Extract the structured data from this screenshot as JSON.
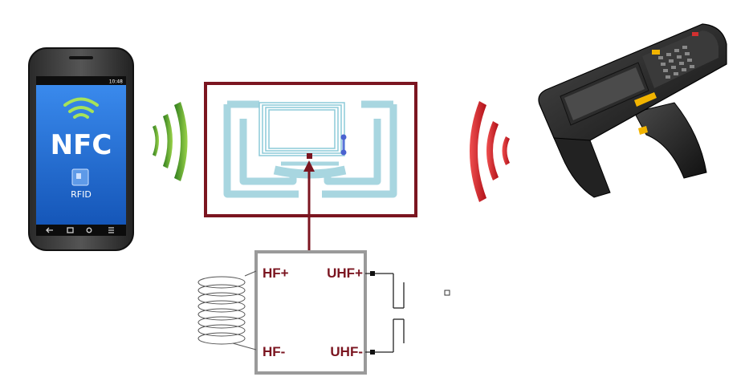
{
  "colors": {
    "accent": "#7b1520",
    "antenna": "#a8d6e0",
    "nfc_wave": "#4a9a2e",
    "uhf_wave": "#d0222a",
    "chip_border": "#9a9a9a",
    "screen_blue": "#1f6fd6"
  },
  "phone": {
    "nfc_text": "NFC",
    "rfid_text": "RFID",
    "time": "10:48",
    "icons": [
      "nfc-waves-icon",
      "rfid-card-icon",
      "back-icon",
      "home-icon",
      "search-icon",
      "menu-icon"
    ]
  },
  "chip": {
    "hf_plus": "HF+",
    "hf_minus": "HF-",
    "uhf_plus": "UHF+",
    "uhf_minus": "UHF-"
  },
  "waves": {
    "left": "nfc-signal-icon",
    "right": "uhf-signal-icon"
  },
  "scanner": {
    "icon": "handheld-rfid-reader-icon"
  }
}
